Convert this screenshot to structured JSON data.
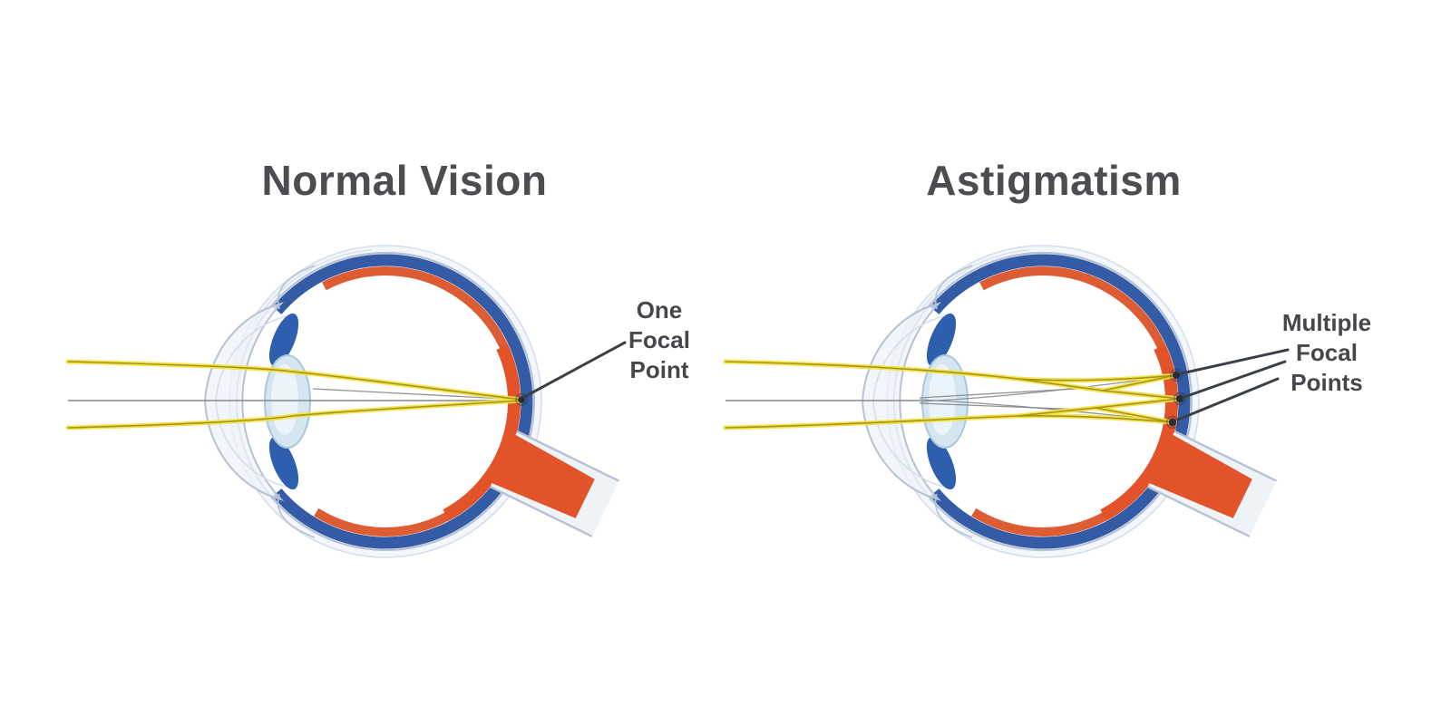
{
  "figure": {
    "panels": [
      {
        "id": "normal-vision",
        "title": "Normal Vision",
        "focal_label": "One\nFocal\nPoint",
        "focal_point_count": 1
      },
      {
        "id": "astigmatism",
        "title": "Astigmatism",
        "focal_label": "Multiple\nFocal\nPoints",
        "focal_point_count": 3
      }
    ],
    "colors": {
      "background": "#ffffff",
      "title_text": "#4b4d50",
      "label_text": "#45474b",
      "ray_yellow": "#f1e340",
      "ray_core": "#a9911c",
      "axis_gray": "#85878d",
      "leader_dark": "#3b4046",
      "choroid_blue": "#335ba6",
      "retina_orange": "#dd5c33",
      "nerve_orange": "#e2532a",
      "sclera_line": "#b6c2d4",
      "sclera_line_light": "#d5deea",
      "sclera_fill": "#f3f7fb",
      "cornea_fill": "#edf3f9",
      "lens_fill": "#d5e6f1",
      "lens_edge": "#aac8db",
      "iris_blue": "#2e5fae",
      "focal_dot": "#2b2e33"
    }
  }
}
